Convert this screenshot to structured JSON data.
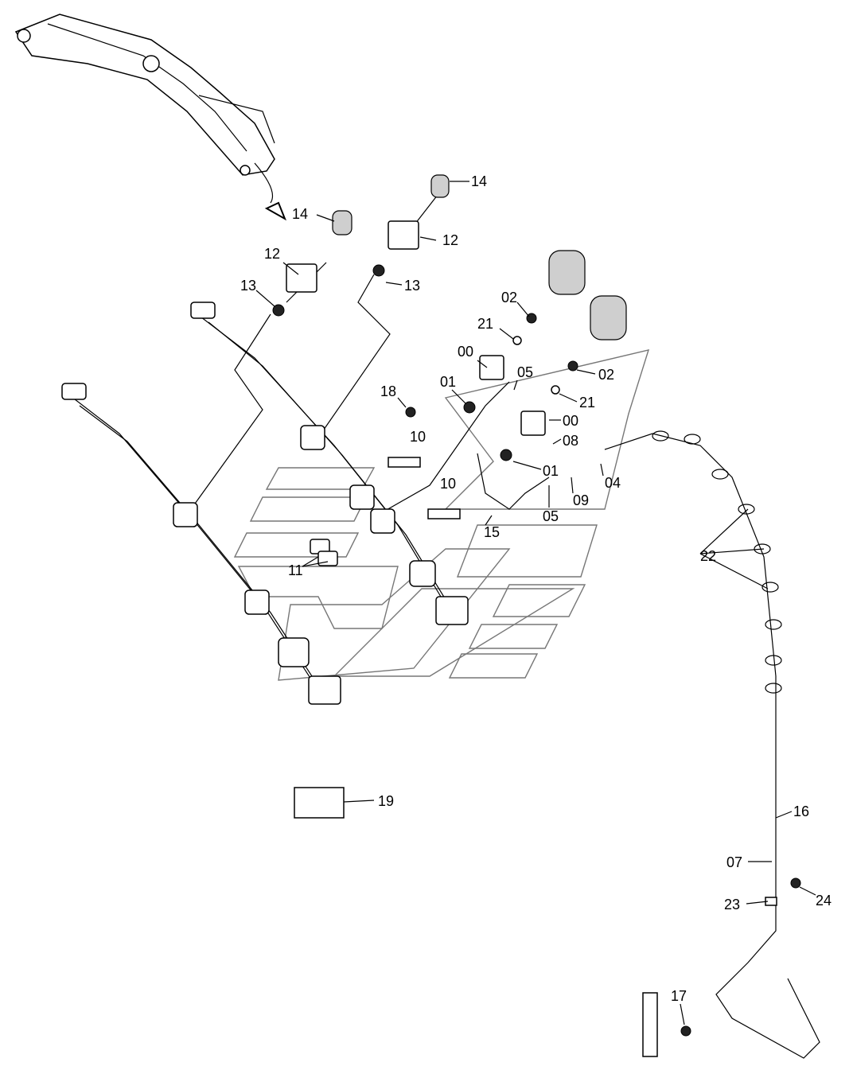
{
  "diagram": {
    "callouts": [
      {
        "id": "c14a",
        "text": "14"
      },
      {
        "id": "c14b",
        "text": "14"
      },
      {
        "id": "c12a",
        "text": "12"
      },
      {
        "id": "c12b",
        "text": "12"
      },
      {
        "id": "c13a",
        "text": "13"
      },
      {
        "id": "c13b",
        "text": "13"
      },
      {
        "id": "c02a",
        "text": "02"
      },
      {
        "id": "c21a",
        "text": "21"
      },
      {
        "id": "c00a",
        "text": "00"
      },
      {
        "id": "c05a",
        "text": "05"
      },
      {
        "id": "c01a",
        "text": "01"
      },
      {
        "id": "c02b",
        "text": "02"
      },
      {
        "id": "c21b",
        "text": "21"
      },
      {
        "id": "c18",
        "text": "18"
      },
      {
        "id": "c00b",
        "text": "00"
      },
      {
        "id": "c08",
        "text": "08"
      },
      {
        "id": "c10a",
        "text": "10"
      },
      {
        "id": "c01b",
        "text": "01"
      },
      {
        "id": "c04",
        "text": "04"
      },
      {
        "id": "c10b",
        "text": "10"
      },
      {
        "id": "c09",
        "text": "09"
      },
      {
        "id": "c05b",
        "text": "05"
      },
      {
        "id": "c15",
        "text": "15"
      },
      {
        "id": "c22",
        "text": "22"
      },
      {
        "id": "c11",
        "text": "11"
      },
      {
        "id": "c19",
        "text": "19"
      },
      {
        "id": "c16",
        "text": "16"
      },
      {
        "id": "c07",
        "text": "07"
      },
      {
        "id": "c23",
        "text": "23"
      },
      {
        "id": "c24",
        "text": "24"
      },
      {
        "id": "c17",
        "text": "17"
      }
    ]
  }
}
